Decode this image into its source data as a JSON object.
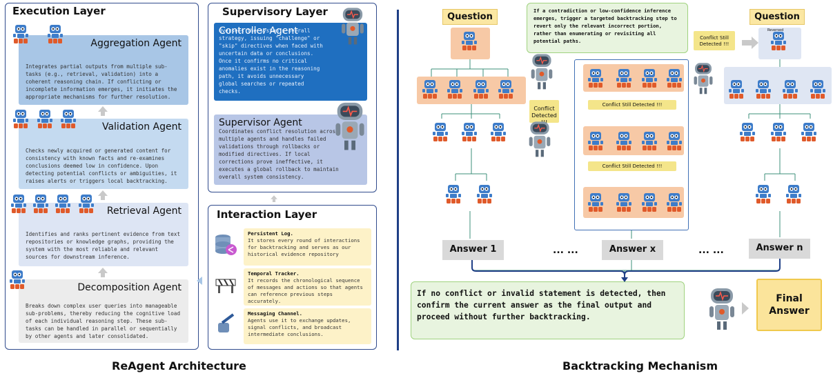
{
  "left": {
    "execution_title": "Execution Layer",
    "supervisory_title": "Supervisory Layer",
    "interaction_title": "Interaction Layer",
    "caption": "ReAgent Architecture",
    "agents": {
      "aggregation": {
        "name": "Aggregation Agent",
        "desc": "Integrates partial outputs from multiple sub-tasks (e.g., retrieval, validation) into a coherent reasoning chain. If conflicting or incomplete information emerges, it initiates the appropriate mechanisms for further resolution."
      },
      "validation": {
        "name": "Validation Agent",
        "desc": "Checks newly acquired or generated content for consistency with known facts and re-examines conclusions deemed low in confidence. Upon detecting potential conflicts or ambiguities, it raises alerts or triggers local backtracking."
      },
      "retrieval": {
        "name": "Retrieval Agent",
        "desc": "Identifies and ranks pertinent evidence from text repositories or knowledge graphs, providing the system with the most reliable and relevant sources for downstream inference."
      },
      "decomposition": {
        "name": "Decomposition Agent",
        "desc": "Breaks down complex user queries into manageable sub-problems, thereby reducing the cognitive load of each individual reasoning step. These sub-tasks can be handled in parallel or sequentially by other agents and later consolidated."
      },
      "controller": {
        "name": "Controller Agent",
        "desc": "Oversees the system's overall strategy, issuing \"challenge\" or \"skip\" directives when faced with uncertain data or conclusions. Once it confirms no critical anomalies exist in the reasoning path, it avoids unnecessary global searches or repeated checks."
      },
      "supervisor": {
        "name": "Supervisor Agent",
        "desc": "Coordinates conflict resolution across multiple agents and handles failed validations through rollbacks or modified directives. If local corrections prove ineffective, it executes a global rollback to maintain overall system consistency."
      }
    },
    "interaction": [
      {
        "title": "Persistent Log.",
        "desc": "It stores every round of interactions for backtracking and serves as our historical evidence repository"
      },
      {
        "title": "Temporal Tracker.",
        "desc": "It records the chronological sequence of messages and actions so that agents can reference previous steps accurately."
      },
      {
        "title": "Messaging Channel.",
        "desc": "Agents use it to exchange updates, signal conflicts, and broadcast intermediate conclusions."
      }
    ]
  },
  "right": {
    "question": "Question",
    "note": "If a contradiction or low-confidence inference emerges, trigger a targeted backtracking step to revert only the relevant incorrect portion, rather than enumerating or revisiting all potential paths.",
    "conflict_detected": "Conflict Detected !!!",
    "conflict_still": "Conflict Still Detected !!!",
    "conflict_still_short": "Conflict Still Detected !!!",
    "reversed": "Reversed",
    "answer1": "Answer 1",
    "answerx": "Answer x",
    "answern": "Answer n",
    "dots": "... ...",
    "final_note": "If no conflict or invalid statement is detected, then confirm the current answer as the final output and proceed without further backtracking.",
    "final_answer": "Final Answer",
    "caption": "Backtracking Mechanism"
  },
  "colors": {
    "robot_body": "#3d7cc9",
    "robot_feet": "#e05a2a",
    "panel_border": "#2f4a8c",
    "controller_bg": "#1f6fc0",
    "supervisor_bg": "#b8c6e6",
    "card_blue": "#cfe0f2",
    "card_light": "#dde7f4",
    "card_gray": "#ededed",
    "peach": "#f7c9a6",
    "yellow": "#fbe7a3"
  }
}
